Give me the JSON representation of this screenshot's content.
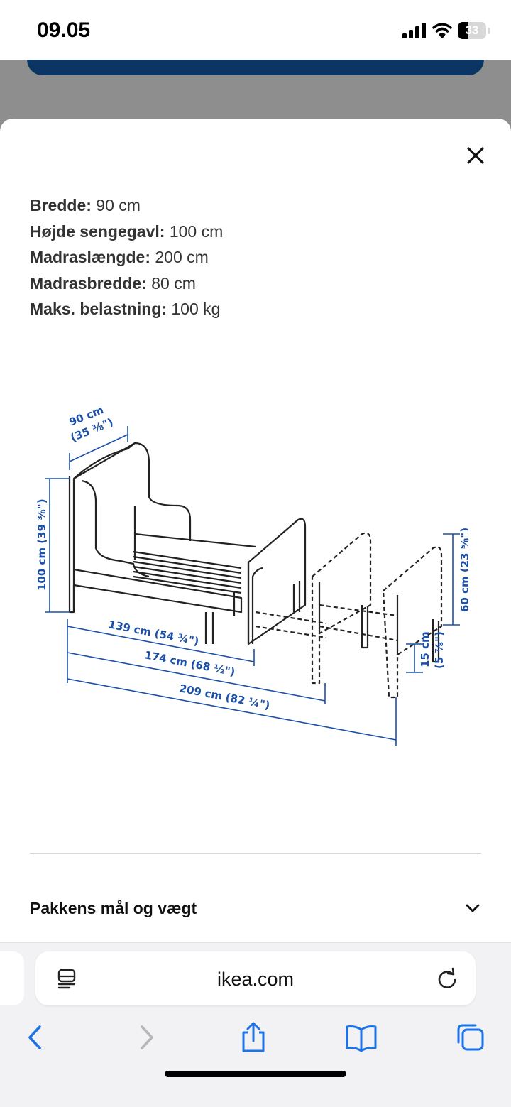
{
  "status_bar": {
    "time": "09.05",
    "battery": "33",
    "icons": [
      "cellular-signal-icon",
      "wifi-icon",
      "battery-icon"
    ]
  },
  "sheet": {
    "close_icon": "close-icon",
    "specs": [
      {
        "label": "Bredde:",
        "value": "90 cm"
      },
      {
        "label": "Højde sengegavl:",
        "value": "100 cm"
      },
      {
        "label": "Madraslængde:",
        "value": "200 cm"
      },
      {
        "label": "Madrasbredde:",
        "value": "80 cm"
      },
      {
        "label": "Maks. belastning:",
        "value": "100 kg"
      }
    ],
    "diagram": {
      "width_label": "90 cm",
      "width_inch": "(35 ³⁄₈\")",
      "height_label": "100 cm (39 ³⁄₈\")",
      "length_short": "139 cm (54 ¾\")",
      "length_mid": "174 cm (68 ½\")",
      "length_long": "209 cm (82 ¼\")",
      "footboard_height": "60 cm (23 ⁵⁄₈\")",
      "leg_height_cm": "15 cm",
      "leg_height_inch": "(5 ⁷⁄₈\")",
      "accent_color": "#1b4fa8"
    },
    "accordion": {
      "label": "Pakkens mål og vægt",
      "icon": "chevron-down-icon"
    }
  },
  "browser": {
    "url": "ikea.com",
    "icons": [
      "reader-icon",
      "reload-icon",
      "back-icon",
      "forward-icon",
      "share-icon",
      "bookmarks-icon",
      "tabs-icon"
    ],
    "accent_color": "#1a73e8"
  }
}
